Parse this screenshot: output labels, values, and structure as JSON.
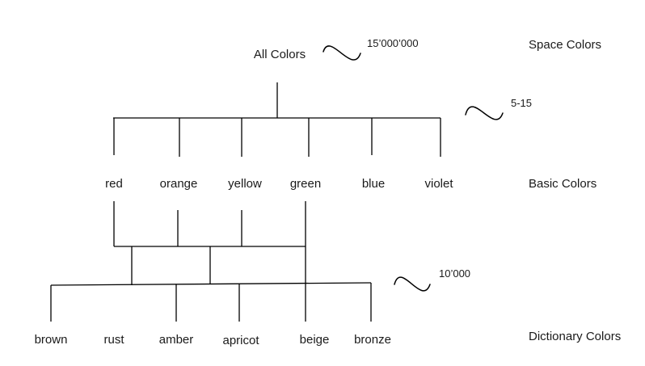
{
  "root": {
    "label": "All Colors"
  },
  "levels": {
    "space": "Space Colors",
    "basic": "Basic Colors",
    "dictionary": "Dictionary Colors"
  },
  "counts": {
    "space": "15’000’000",
    "basic": "5-15",
    "dictionary": "10’000"
  },
  "basic_colors": [
    "red",
    "orange",
    "yellow",
    "green",
    "blue",
    "violet"
  ],
  "dictionary_colors": [
    "brown",
    "rust",
    "amber",
    "apricot",
    "beige",
    "bronze"
  ],
  "icons": {
    "approx": "tilde-wave-icon"
  }
}
